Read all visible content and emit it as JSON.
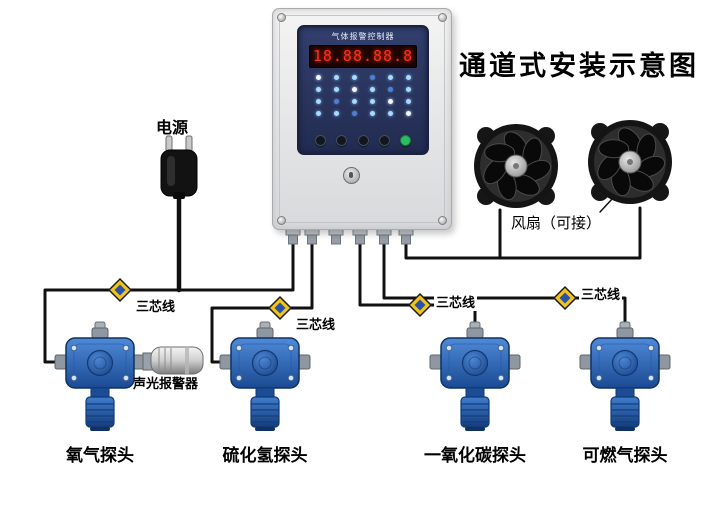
{
  "title": "通道式安装示意图",
  "panel": {
    "header": "气体报警控制器",
    "display": "18.88.88.8"
  },
  "labels": {
    "power": "电源",
    "fans": "风扇（可接）",
    "core_wire": "三芯线",
    "alarm": "声光报警器"
  },
  "detectors": [
    {
      "label": "氧气探头"
    },
    {
      "label": "硫化氢探头"
    },
    {
      "label": "一氧化碳探头"
    },
    {
      "label": "可燃气探头"
    }
  ],
  "colors": {
    "detector_blue": "#2b66b8",
    "display_red": "#ff2d1a",
    "diamond_yellow": "#f2c417",
    "diamond_blue": "#2a52a8",
    "wire_black": "#101010"
  }
}
